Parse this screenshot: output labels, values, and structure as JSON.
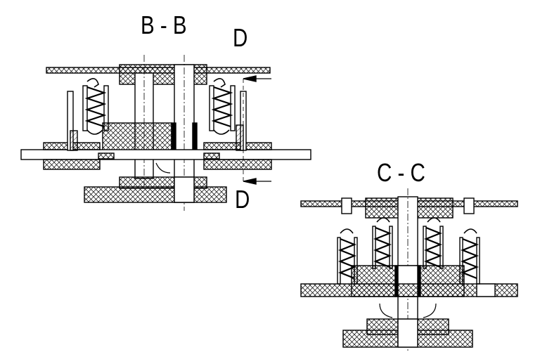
{
  "sections": {
    "bb": {
      "title": "B - B",
      "marker_top": "D",
      "marker_bottom": "D"
    },
    "cc": {
      "title": "C - C"
    }
  },
  "colors": {
    "line": "#000000",
    "paper": "#ffffff",
    "hatch": "#000000"
  }
}
